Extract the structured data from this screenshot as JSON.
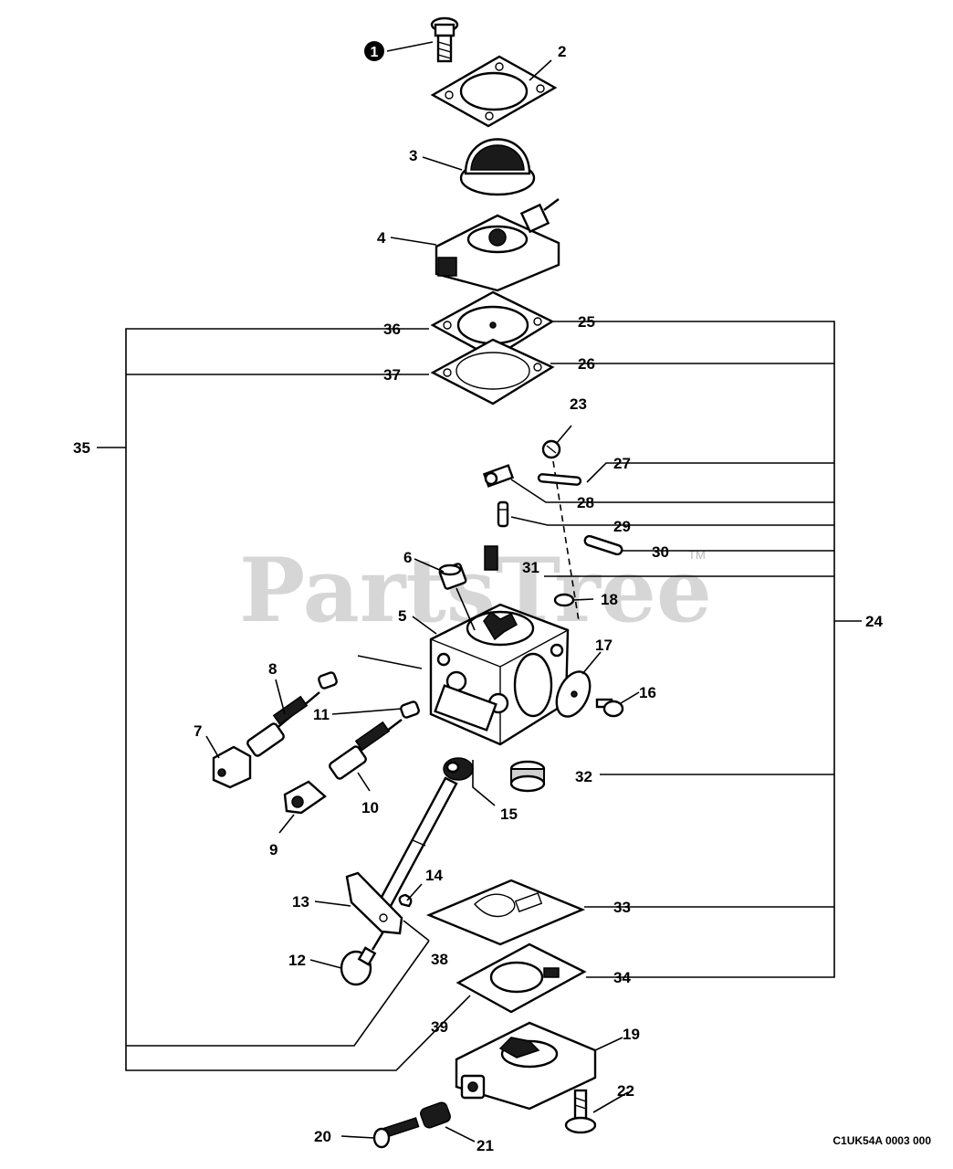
{
  "watermark": {
    "text": "PartsTree",
    "tm": "TM"
  },
  "diagram_code": "C1UK54A 0003 000",
  "callouts": {
    "c1": "1",
    "c2": "2",
    "c3": "3",
    "c4": "4",
    "c5": "5",
    "c6": "6",
    "c7": "7",
    "c8": "8",
    "c9": "9",
    "c10": "10",
    "c11": "11",
    "c12": "12",
    "c13": "13",
    "c14": "14",
    "c15": "15",
    "c16": "16",
    "c17": "17",
    "c18": "18",
    "c19": "19",
    "c20": "20",
    "c21": "21",
    "c22": "22",
    "c23": "23",
    "c24": "24",
    "c25": "25",
    "c26": "26",
    "c27": "27",
    "c28": "28",
    "c29": "29",
    "c30": "30",
    "c31": "31",
    "c32": "32",
    "c33": "33",
    "c34": "34",
    "c35": "35",
    "c36": "36",
    "c37": "37",
    "c38": "38",
    "c39": "39"
  }
}
